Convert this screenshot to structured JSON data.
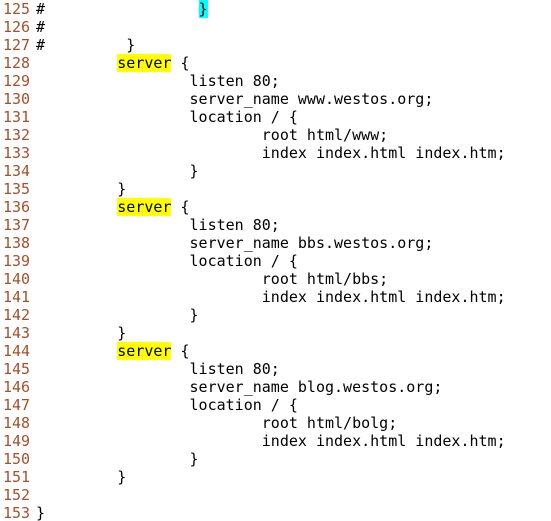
{
  "editor": {
    "colors": {
      "line_number": "#a0522d",
      "text": "#000000",
      "search_highlight": "#ffff00",
      "match_paren": "#00ffff",
      "background": "#ffffff"
    },
    "lines": [
      {
        "num": "125",
        "segs": [
          {
            "t": "#                 "
          },
          {
            "t": "}",
            "hl": "match"
          }
        ]
      },
      {
        "num": "126",
        "segs": [
          {
            "t": "#"
          }
        ]
      },
      {
        "num": "127",
        "segs": [
          {
            "t": "#         }"
          }
        ]
      },
      {
        "num": "128",
        "segs": [
          {
            "t": "         "
          },
          {
            "t": "server",
            "hl": "search"
          },
          {
            "t": " {"
          }
        ]
      },
      {
        "num": "129",
        "segs": [
          {
            "t": "                 listen 80;"
          }
        ]
      },
      {
        "num": "130",
        "segs": [
          {
            "t": "                 server_name www.westos.org;"
          }
        ]
      },
      {
        "num": "131",
        "segs": [
          {
            "t": "                 location / {"
          }
        ]
      },
      {
        "num": "132",
        "segs": [
          {
            "t": "                         root html/www;"
          }
        ]
      },
      {
        "num": "133",
        "segs": [
          {
            "t": "                         index index.html index.htm;"
          }
        ]
      },
      {
        "num": "134",
        "segs": [
          {
            "t": "                 }"
          }
        ]
      },
      {
        "num": "135",
        "segs": [
          {
            "t": "         }"
          }
        ]
      },
      {
        "num": "136",
        "segs": [
          {
            "t": "         "
          },
          {
            "t": "server",
            "hl": "search"
          },
          {
            "t": " {"
          }
        ]
      },
      {
        "num": "137",
        "segs": [
          {
            "t": "                 listen 80;"
          }
        ]
      },
      {
        "num": "138",
        "segs": [
          {
            "t": "                 server_name bbs.westos.org;"
          }
        ]
      },
      {
        "num": "139",
        "segs": [
          {
            "t": "                 location / {"
          }
        ]
      },
      {
        "num": "140",
        "segs": [
          {
            "t": "                         root html/bbs;"
          }
        ]
      },
      {
        "num": "141",
        "segs": [
          {
            "t": "                         index index.html index.htm;"
          }
        ]
      },
      {
        "num": "142",
        "segs": [
          {
            "t": "                 }"
          }
        ]
      },
      {
        "num": "143",
        "segs": [
          {
            "t": "         }"
          }
        ]
      },
      {
        "num": "144",
        "segs": [
          {
            "t": "         "
          },
          {
            "t": "server",
            "hl": "search"
          },
          {
            "t": " {"
          }
        ]
      },
      {
        "num": "145",
        "segs": [
          {
            "t": "                 listen 80;"
          }
        ]
      },
      {
        "num": "146",
        "segs": [
          {
            "t": "                 server_name blog.westos.org;"
          }
        ]
      },
      {
        "num": "147",
        "segs": [
          {
            "t": "                 location / {"
          }
        ]
      },
      {
        "num": "148",
        "segs": [
          {
            "t": "                         root html/bolg;"
          }
        ]
      },
      {
        "num": "149",
        "segs": [
          {
            "t": "                         index index.html index.htm;"
          }
        ]
      },
      {
        "num": "150",
        "segs": [
          {
            "t": "                 }"
          }
        ]
      },
      {
        "num": "151",
        "segs": [
          {
            "t": "         }"
          }
        ]
      },
      {
        "num": "152",
        "segs": [
          {
            "t": ""
          }
        ]
      },
      {
        "num": "153",
        "segs": [
          {
            "t": "}"
          }
        ]
      }
    ]
  }
}
